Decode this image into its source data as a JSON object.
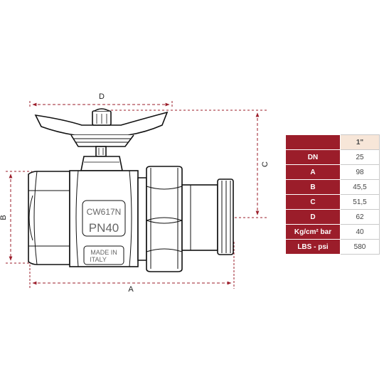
{
  "dimensions": {
    "d_label": "D",
    "c_label": "C",
    "b_label": "B",
    "a_label": "A"
  },
  "stamps": {
    "material": "CW617N",
    "pressure": "PN40",
    "made_in_1": "MADE IN",
    "made_in_2": "ITALY"
  },
  "colors": {
    "dimension_line": "#9b1d2a",
    "table_header": "#9b1d2a",
    "table_header_value": "#f7e6d8"
  },
  "spec_table": {
    "size_header": "1\"",
    "rows": [
      {
        "key": "DN",
        "value": "25"
      },
      {
        "key": "A",
        "value": "98"
      },
      {
        "key": "B",
        "value": "45,5"
      },
      {
        "key": "C",
        "value": "51,5"
      },
      {
        "key": "D",
        "value": "62"
      },
      {
        "key": "Kg/cm² bar",
        "value": "40"
      },
      {
        "key": "LBS - psi",
        "value": "580"
      }
    ]
  }
}
